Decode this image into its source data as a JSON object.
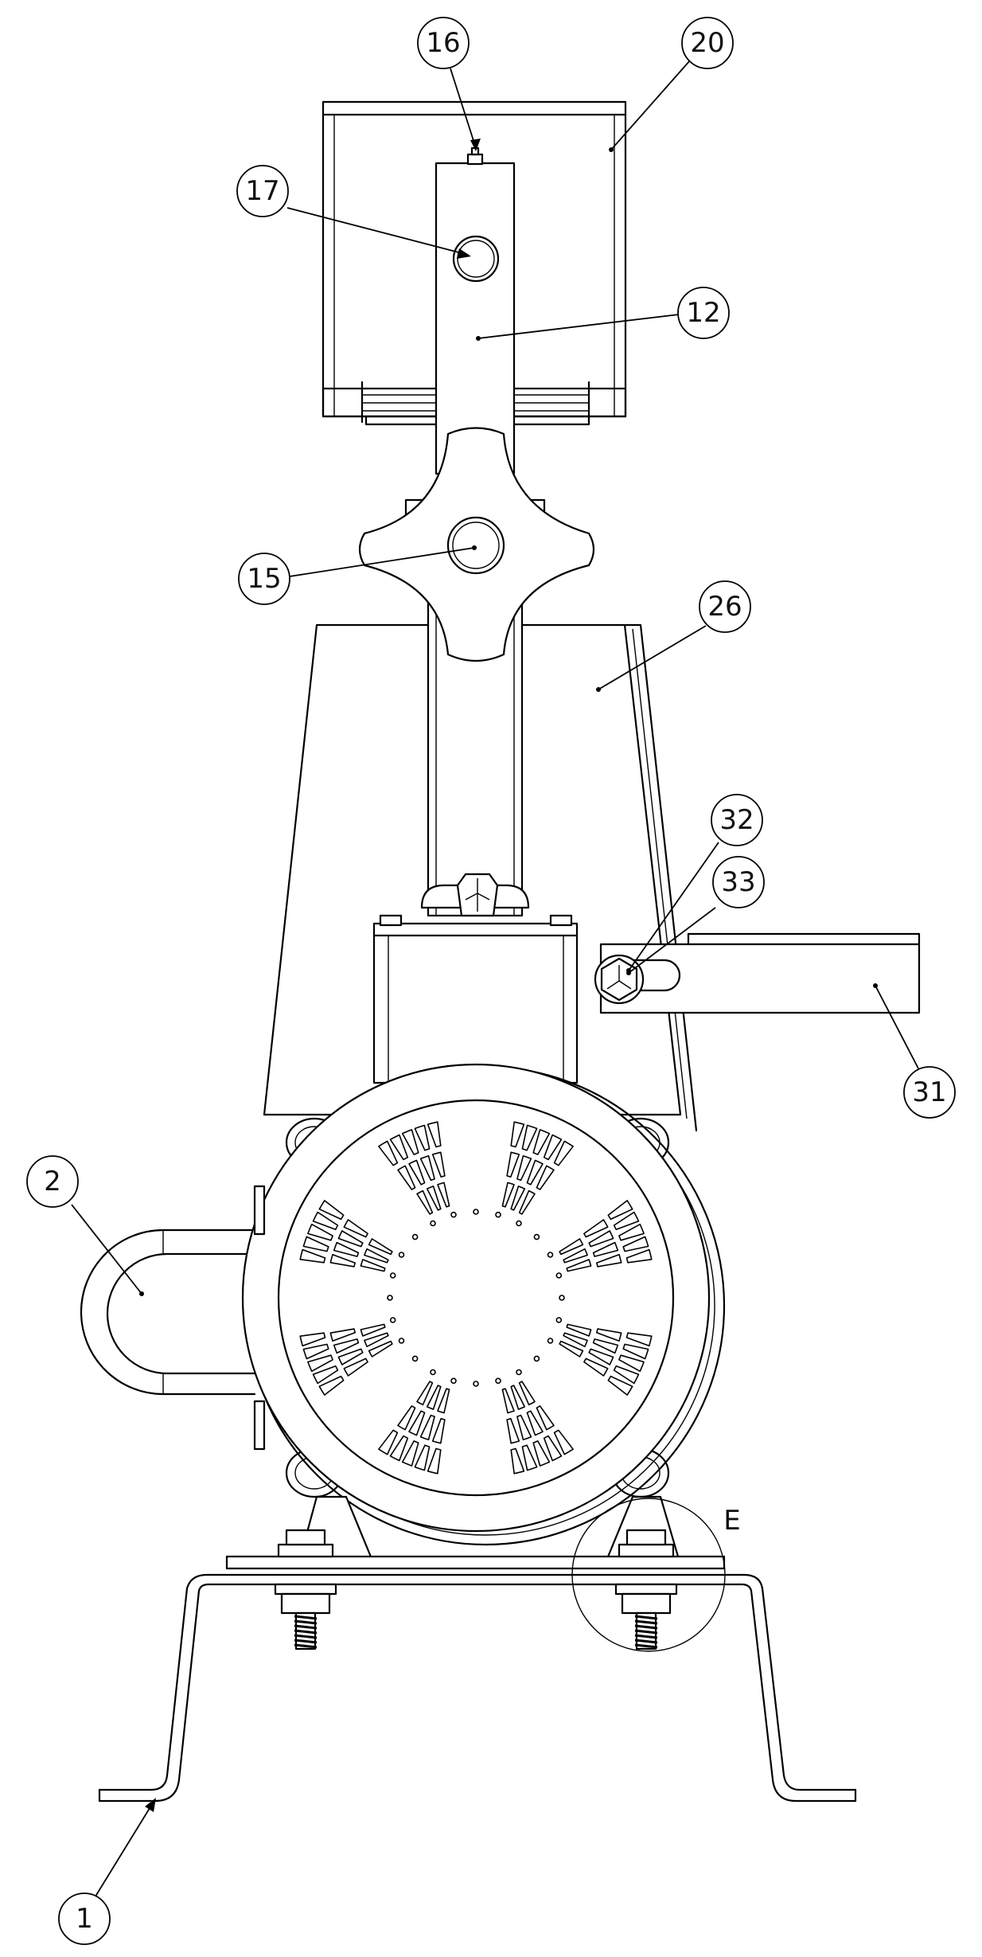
{
  "drawing": {
    "balloons": [
      {
        "id": "balloon-16",
        "label": "16"
      },
      {
        "id": "balloon-20",
        "label": "20"
      },
      {
        "id": "balloon-17",
        "label": "17"
      },
      {
        "id": "balloon-12",
        "label": "12"
      },
      {
        "id": "balloon-15",
        "label": "15"
      },
      {
        "id": "balloon-26",
        "label": "26"
      },
      {
        "id": "balloon-32",
        "label": "32"
      },
      {
        "id": "balloon-33",
        "label": "33"
      },
      {
        "id": "balloon-31",
        "label": "31"
      },
      {
        "id": "balloon-2",
        "label": "2"
      },
      {
        "id": "balloon-1",
        "label": "1"
      }
    ],
    "detail_label": "E"
  }
}
